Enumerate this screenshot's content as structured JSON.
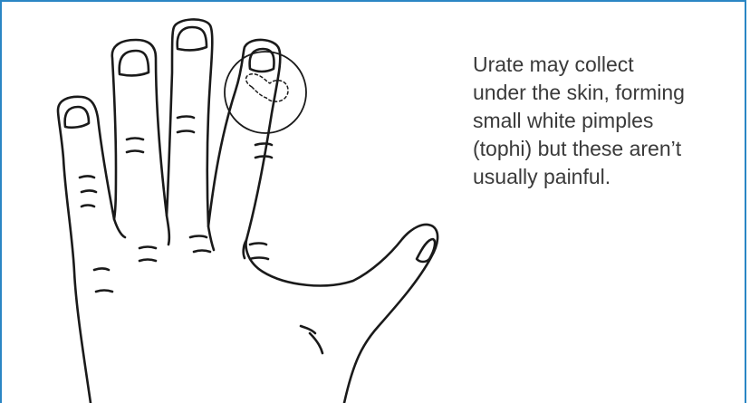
{
  "illustration": {
    "subject": "hand-outline-icon",
    "highlight": "tophi-circle-highlight",
    "colors": {
      "frame": "#2a86c4",
      "outline": "#1a1a1a",
      "text": "#3a3a3a"
    }
  },
  "caption": {
    "lines": [
      "Urate may collect",
      "under the skin, forming",
      "small white pimples",
      "(tophi) but these aren’t",
      "usually painful."
    ]
  }
}
